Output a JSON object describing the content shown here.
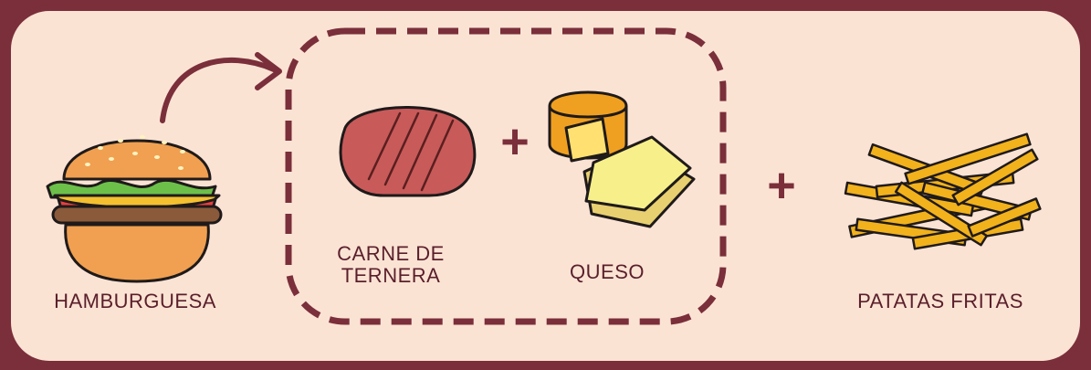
{
  "labels": {
    "burger": "HAMBURGUESA",
    "beef": "CARNE DE\nTERNERA",
    "cheese": "QUESO",
    "fries": "PATATAS FRITAS"
  },
  "operators": {
    "plus_inner": "+",
    "plus_outer": "+"
  },
  "icons": {
    "burger": "hamburger-icon",
    "beef": "beef-patty-icon",
    "cheese": "cheese-icon",
    "fries": "french-fries-icon",
    "arrow": "curved-arrow-icon"
  },
  "colors": {
    "frame": "#7a2f3a",
    "background": "#fbe3d4",
    "text": "#5a1f2a"
  }
}
